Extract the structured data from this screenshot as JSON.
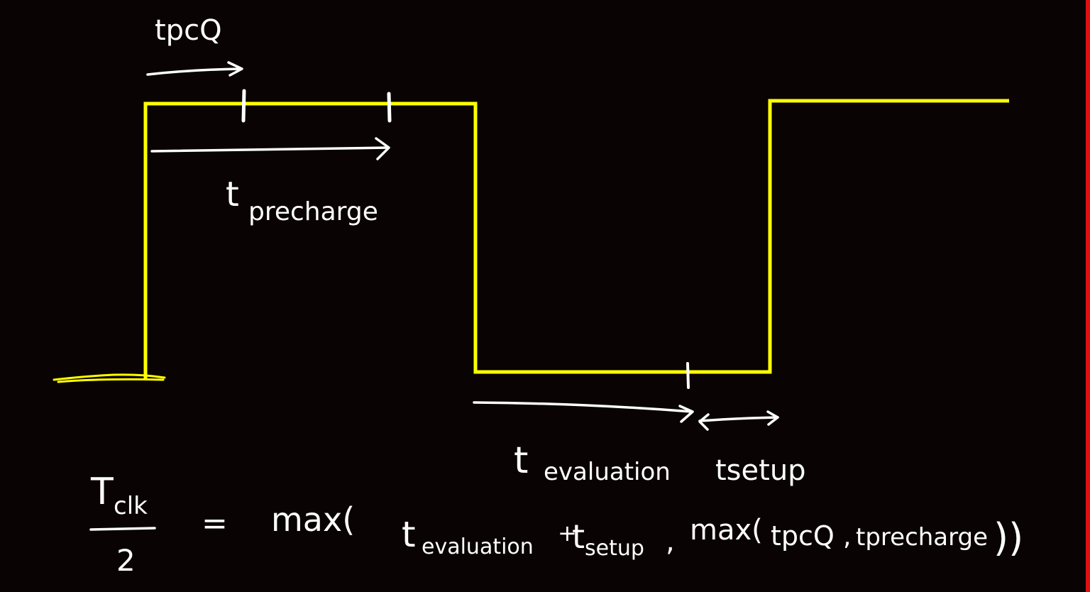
{
  "labels": {
    "tpcq": "tpcQ",
    "t_precharge_t": "t",
    "t_precharge_sub": "precharge",
    "t_evaluation_t": "t",
    "t_evaluation_sub": "evaluation",
    "tsetup": "tsetup"
  },
  "formula": {
    "numerator": "T",
    "numerator_sub": "clk",
    "denominator": "2",
    "equals": "=",
    "max_outer": "max(",
    "term1_t": "t",
    "term1_sub": "evaluation",
    "plus": "+",
    "term2_t": "t",
    "term2_sub": "setup",
    "comma": ",",
    "max_inner": "max(",
    "inner_a": "tpcQ",
    "inner_sep": ",",
    "inner_b": "tprecharge",
    "close": "))"
  },
  "colors": {
    "background": "#0a0303",
    "waveform": "#ffff00",
    "ink": "#ffffff",
    "right_edge": "#e01010"
  }
}
